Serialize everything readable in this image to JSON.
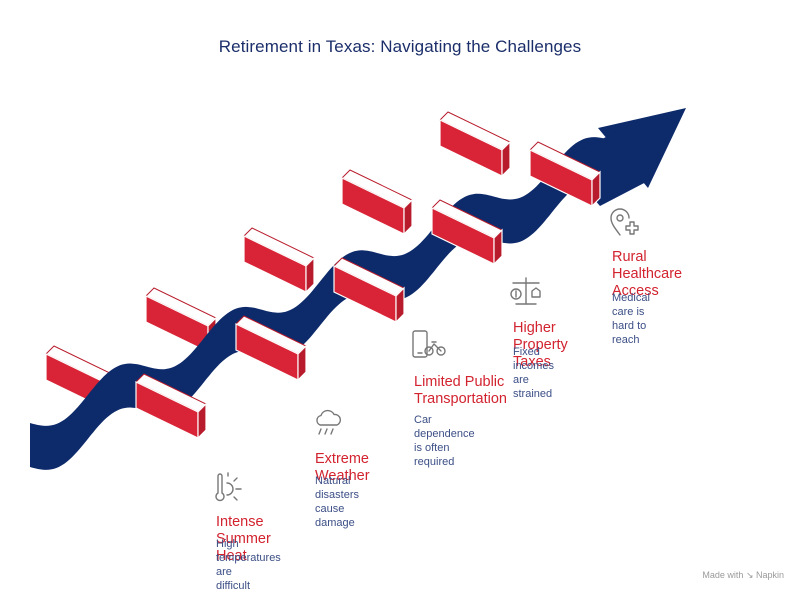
{
  "title": "Retirement in Texas: Navigating the Challenges",
  "colors": {
    "arrow": "#0d2a6b",
    "barrier_front": "#d82436",
    "barrier_top": "#ffffff",
    "barrier_side": "#b81c2c",
    "heading": "#d2232f",
    "text": "#3c4f86"
  },
  "items": [
    {
      "icon": "thermometer-sun-icon",
      "heading": "Intense Summer Heat",
      "description": "High temperatures are\ndifficult"
    },
    {
      "icon": "storm-cloud-icon",
      "heading": "Extreme Weather",
      "description": "Natural disasters cause\ndamage"
    },
    {
      "icon": "phone-bicycle-icon",
      "heading": "Limited Public\nTransportation",
      "description": "Car dependence is often\nrequired"
    },
    {
      "icon": "scale-money-house-icon",
      "heading": "Higher Property Taxes",
      "description": "Fixed incomes are strained"
    },
    {
      "icon": "location-medical-icon",
      "heading": "Rural Healthcare\nAccess",
      "description": "Medical care is hard to reach"
    }
  ],
  "footer": "Made with ↘ Napkin"
}
